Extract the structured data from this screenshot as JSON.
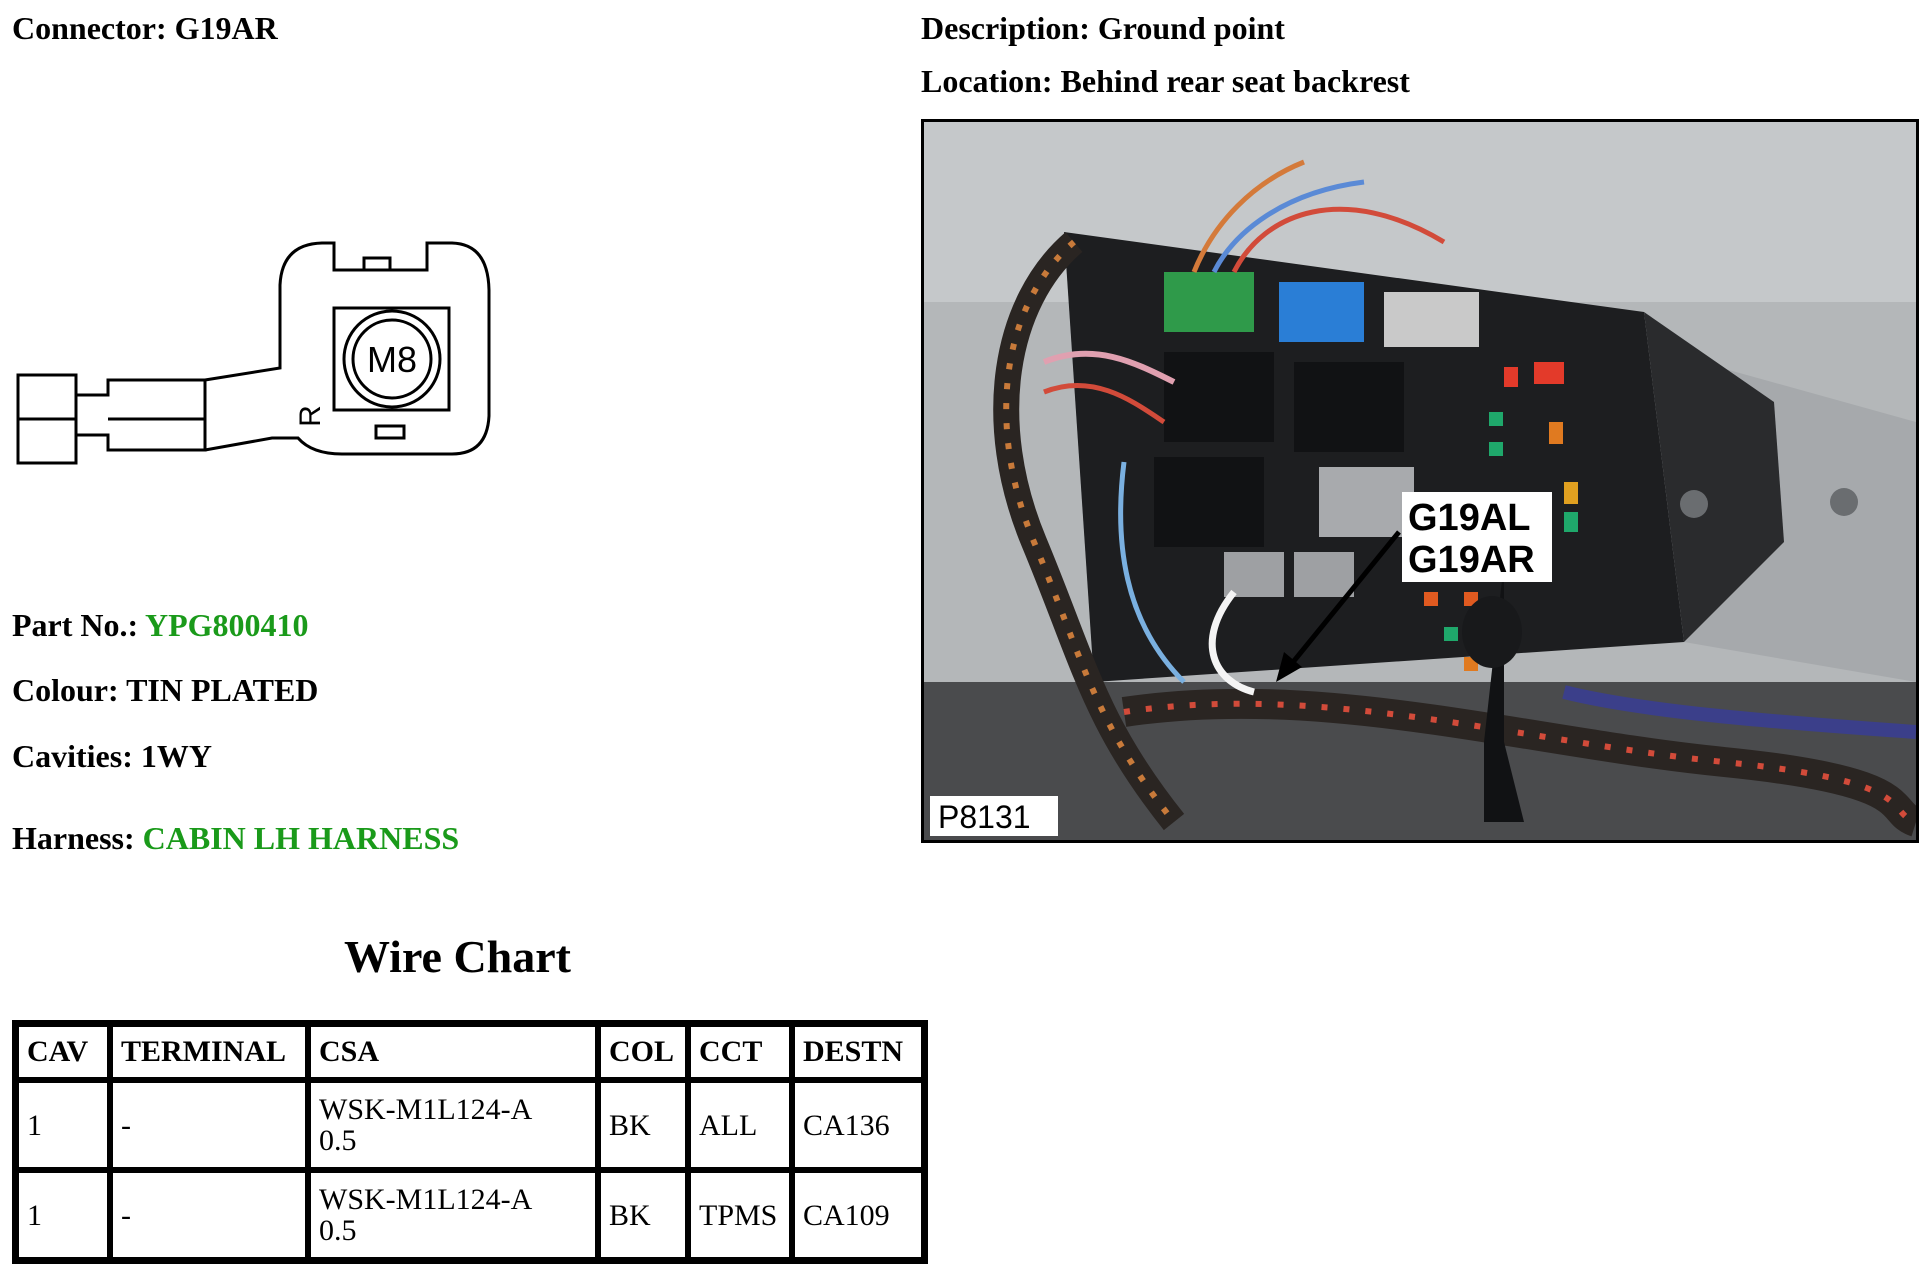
{
  "connector": {
    "label": "Connector:",
    "value": "G19AR"
  },
  "description": {
    "label": "Description:",
    "value": "Ground point"
  },
  "location": {
    "label": "Location:",
    "value": "Behind rear seat backrest"
  },
  "part_no": {
    "label": "Part No.:",
    "value": "YPG800410"
  },
  "colour": {
    "label": "Colour:",
    "value": "TIN PLATED"
  },
  "cavities": {
    "label": "Cavities:",
    "value": "1WY"
  },
  "harness": {
    "label": "Harness:",
    "value": "CABIN LH HARNESS"
  },
  "diagram": {
    "stud_label": "M8",
    "side_mark": "R"
  },
  "photo": {
    "callout_line1": "G19AL",
    "callout_line2": "G19AR",
    "ref_code": "P8131"
  },
  "wire_chart": {
    "title": "Wire Chart",
    "headers": [
      "CAV",
      "TERMINAL",
      "CSA",
      "COL",
      "CCT",
      "DESTN"
    ],
    "rows": [
      {
        "cav": "1",
        "terminal": "-",
        "csa_line1": "WSK-M1L124-A",
        "csa_line2": "0.5",
        "col": "BK",
        "cct": "ALL",
        "destn": "CA136"
      },
      {
        "cav": "1",
        "terminal": "-",
        "csa_line1": "WSK-M1L124-A",
        "csa_line2": "0.5",
        "col": "BK",
        "cct": "TPMS",
        "destn": "CA109"
      }
    ]
  },
  "colors": {
    "link_green": "#1a9a1a"
  }
}
